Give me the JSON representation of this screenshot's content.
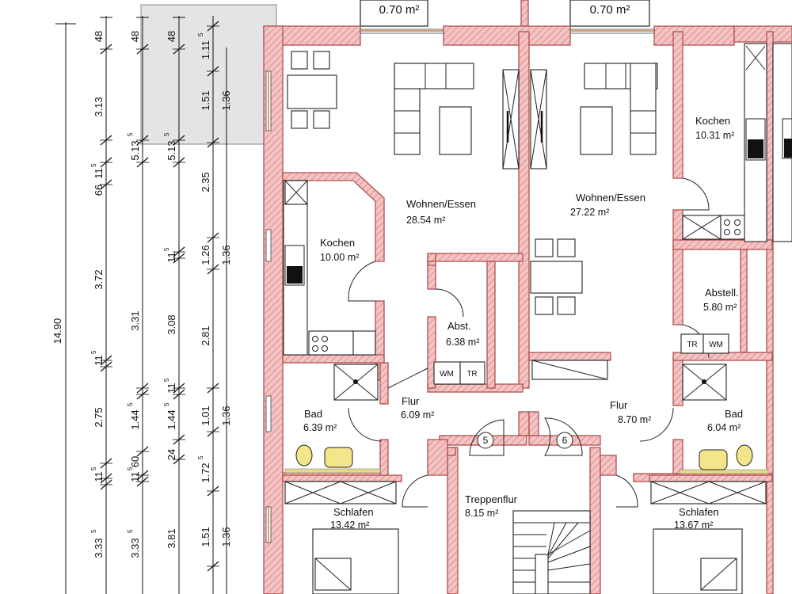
{
  "boxes": {
    "top_left": "0.70 m²",
    "top_right": "0.70 m²"
  },
  "rooms": {
    "wohnen_left": {
      "name": "Wohnen/Essen",
      "area": "28.54 m²"
    },
    "wohnen_right": {
      "name": "Wohnen/Essen",
      "area": "27.22 m²"
    },
    "kochen_left": {
      "name": "Kochen",
      "area": "10.00 m²"
    },
    "kochen_right": {
      "name": "Kochen",
      "area": "10.31 m²"
    },
    "abst_left": {
      "name": "Abst.",
      "area": "6.38 m²"
    },
    "abst_right": {
      "name": "Abstell.",
      "area": "5.80 m²"
    },
    "bad_left": {
      "name": "Bad",
      "area": "6.39 m²"
    },
    "bad_right": {
      "name": "Bad",
      "area": "6.04 m²"
    },
    "flur_left": {
      "name": "Flur",
      "area": "6.09 m²"
    },
    "flur_right": {
      "name": "Flur",
      "area": "8.70 m²"
    },
    "treppenflur": {
      "name": "Treppenflur",
      "area": "8.15 m²"
    },
    "schlafen_left": {
      "name": "Schlafen",
      "area": "13.42 m²"
    },
    "schlafen_right": {
      "name": "Schlafen",
      "area": "13.67 m²"
    }
  },
  "appliances": {
    "wm_left": "WM",
    "tr_left": "TR",
    "tr_right": "TR",
    "wm_right": "WM"
  },
  "doors": {
    "left": "5",
    "right": "6"
  },
  "dimensions": {
    "total": "14.90",
    "c1": [
      "48",
      "3.13",
      "66",
      "3.72",
      "11",
      "2.75",
      "11",
      "3.33"
    ],
    "c1_sup": [
      "",
      "",
      "",
      "",
      "5",
      "",
      "5",
      "5"
    ],
    "c1_sub11": "11",
    "c1_sub11_sup": "5",
    "c2": [
      "48",
      "5.13",
      "3.31",
      "1.44",
      "11",
      "3.33"
    ],
    "c2_sup": [
      "",
      "5",
      "",
      "5",
      "5",
      "5"
    ],
    "c2_60": "60",
    "c3": [
      "48",
      "5.13",
      "11",
      "3.08",
      "11",
      "1.44",
      "24",
      "3.81"
    ],
    "c3_sup": [
      "",
      "5",
      "5",
      "",
      "5",
      "5",
      "",
      ""
    ],
    "c4": [
      "1.11",
      "1.51",
      "2.35",
      "1.26",
      "2.81",
      "1.01",
      "1.72",
      "1.51"
    ],
    "c4_sup": [
      "5",
      "",
      "",
      "",
      "",
      "",
      "5",
      ""
    ],
    "c5": [
      "1.36",
      "1.36",
      "1.36",
      "1.36"
    ]
  }
}
